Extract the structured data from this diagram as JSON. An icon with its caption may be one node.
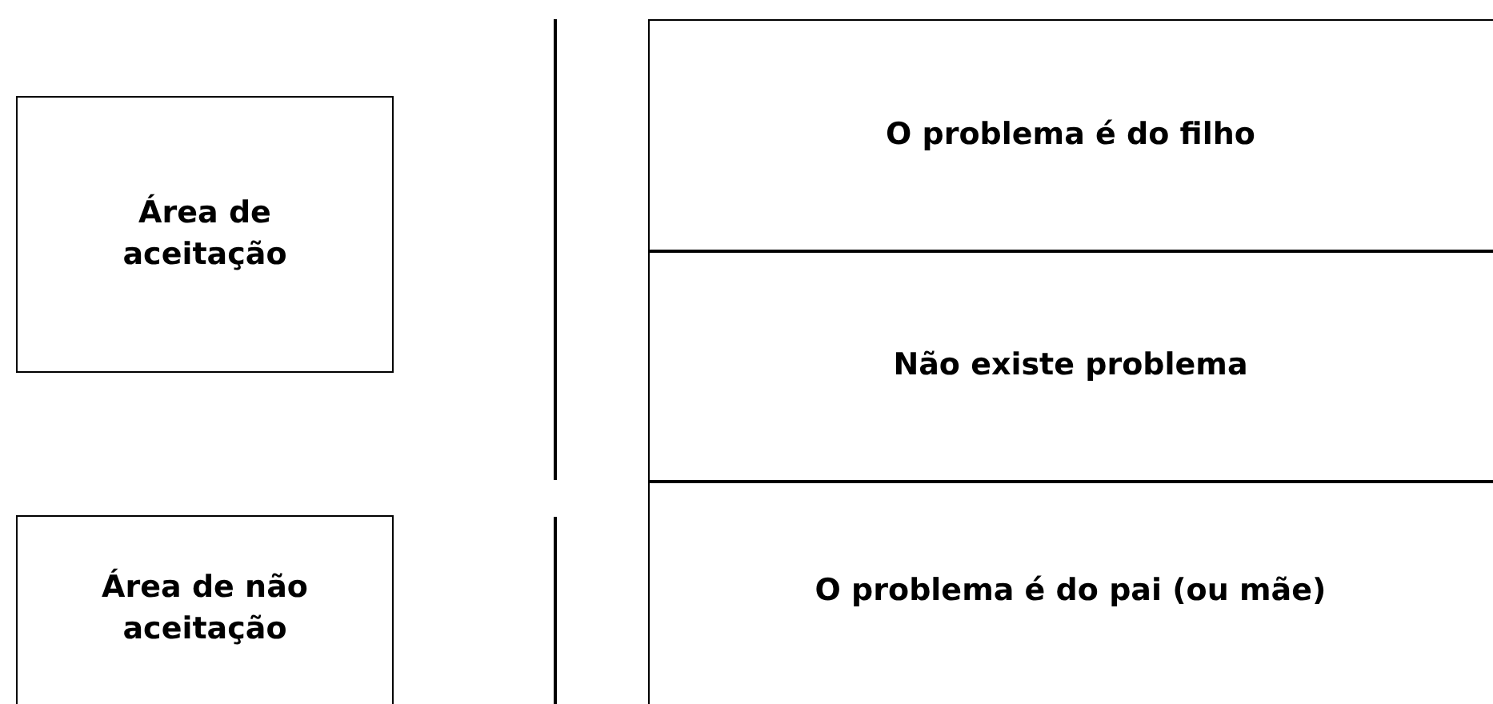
{
  "diagram": {
    "nodes": [
      {
        "text": [
          "Área de aceitação"
        ]
      },
      {
        "text": [
          "Área de não aceitação"
        ]
      },
      {
        "text": [
          "O problema é do filho"
        ]
      },
      {
        "text": [
          "Não existe problema"
        ]
      },
      {
        "text": [
          "O problema é do pai (ou mãe)"
        ]
      }
    ]
  }
}
